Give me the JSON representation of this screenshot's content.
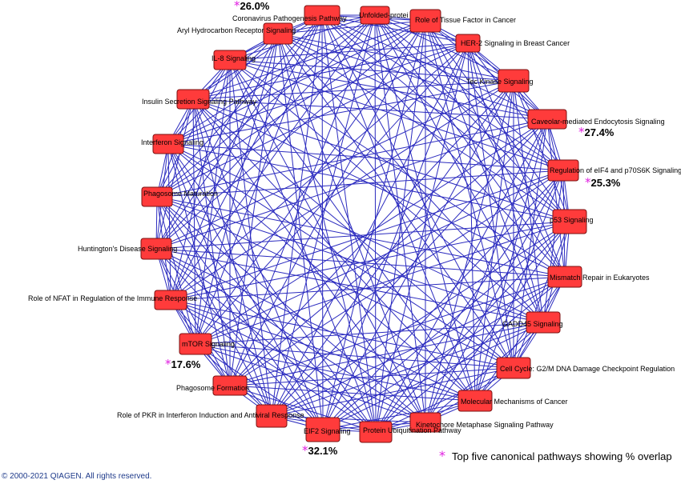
{
  "edge_color": "#2b2bbf",
  "node_color": "#ff3b3b",
  "star_color": "#e01ee0",
  "nodes": [
    {
      "id": "unfolded",
      "label": "Unfolded-protei"
    },
    {
      "id": "tissue",
      "label": "Role of Tissue Factor in Cancer"
    },
    {
      "id": "her2",
      "label": "HER-2 Signaling in Breast Cancer"
    },
    {
      "id": "tec",
      "label": "Tec Kinase Signaling"
    },
    {
      "id": "caveolar",
      "label": "Caveolar-mediated Endocytosis Signaling",
      "overlap": "27.4%"
    },
    {
      "id": "eif4",
      "label": "Regulation of eIF4 and p70S6K Signaling",
      "overlap": "25.3%"
    },
    {
      "id": "p53",
      "label": "p53 Signaling"
    },
    {
      "id": "mismatch",
      "label": "Mismatch Repair in Eukaryotes"
    },
    {
      "id": "gadd45",
      "label": "GADD45 Signaling"
    },
    {
      "id": "cellcycle",
      "label": "Cell Cycle: G2/M DNA Damage Checkpoint Regulation"
    },
    {
      "id": "molmech",
      "label": "Molecular Mechanisms of Cancer"
    },
    {
      "id": "kinetochore",
      "label": "Kinetochore Metaphase Signaling Pathway"
    },
    {
      "id": "protub",
      "label": "Protein Ubiquitination Pathway"
    },
    {
      "id": "eif2",
      "label": "EIF2 Signaling",
      "overlap": "32.1%"
    },
    {
      "id": "pkr",
      "label": "Role of PKR in Interferon Induction and Antiviral Response"
    },
    {
      "id": "phagoform",
      "label": "Phagosome Formation"
    },
    {
      "id": "mtor",
      "label": "mTOR Signaling",
      "overlap": "17.6%"
    },
    {
      "id": "nfat",
      "label": "Role of NFAT in Regulation of the Immune Response"
    },
    {
      "id": "huntington",
      "label": "Huntington's Disease Signaling"
    },
    {
      "id": "phagomat",
      "label": "Phagosome Maturation"
    },
    {
      "id": "interferon",
      "label": "Interferon Signaling"
    },
    {
      "id": "insulin",
      "label": "Insulin Secretion Signaling Pathway"
    },
    {
      "id": "il8",
      "label": "IL-8 Signaling"
    },
    {
      "id": "aryl",
      "label": "Aryl Hydrocarbon Receptor Signaling"
    },
    {
      "id": "corona",
      "label": "Coronavirus Pathogenesis Pathway",
      "overlap": "26.0%"
    }
  ],
  "legend": {
    "star": "*",
    "text": "Top five canonical pathways showing % overlap"
  },
  "copyright": "© 2000-2021 QIAGEN. All rights reserved."
}
